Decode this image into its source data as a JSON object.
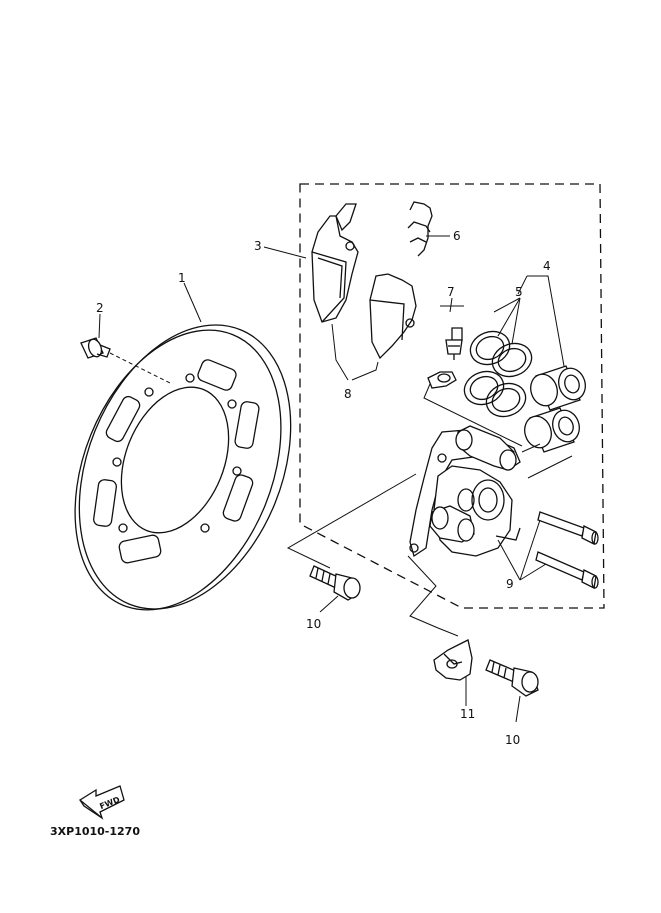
{
  "callouts": [
    "1",
    "2",
    "3",
    "4",
    "5",
    "6",
    "7",
    "8",
    "9",
    "10",
    "10",
    "11"
  ],
  "direction_badge": "FWD",
  "diagram_code": "3XP1010-1270"
}
